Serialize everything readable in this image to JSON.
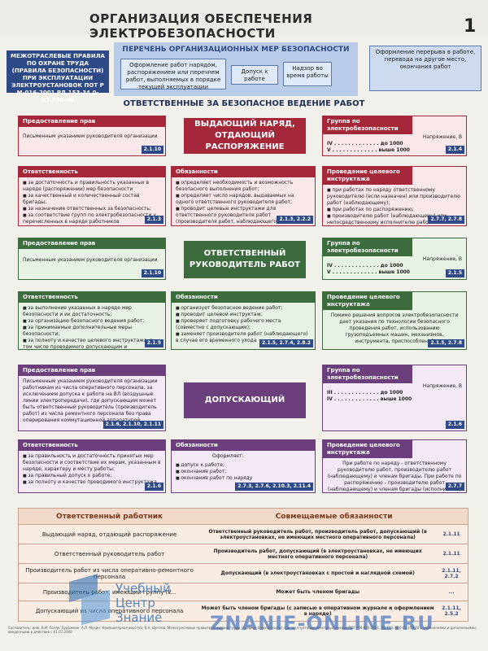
{
  "header": {
    "title": "ОРГАНИЗАЦИЯ ОБЕСПЕЧЕНИЯ ЭЛЕКТРОБЕЗОПАСНОСТИ",
    "page": "1"
  },
  "rules_box": "МЕЖОТРАСЛЕВЫЕ ПРАВИЛА ПО ОХРАНЕ ТРУДА (ПРАВИЛА БЕЗОПАСНОСТИ) ПРИ ЭКСПЛУАТАЦИИ ЭЛЕКТРОУСТАНОВОК ПОТ Р М-016-2001 РД 153-34.0-03.150-00",
  "perechen": {
    "title": "ПЕРЕЧЕНЬ ОРГАНИЗАЦИОННЫХ МЕР БЕЗОПАСНОСТИ",
    "items": [
      "Оформление работ нарядом, распоряжением или перечнем работ, выполняемых в порядке текущей эксплуатации",
      "Допуск к работе",
      "Надзор во время работы",
      "Оформление перерыва в работе, перевода на другое место, окончания работ"
    ]
  },
  "responsible_title": "ОТВЕТСТВЕННЫЕ ЗА БЕЗОПАСНОЕ ВЕДЕНИЕ РАБОТ",
  "blocks": [
    {
      "role": "ВЫДАЮЩИЙ НАРЯД, ОТДАЮЩИЙ РАСПОРЯЖЕНИЕ",
      "rights_title": "Предоставление прав",
      "rights_text": "Письменным указанием руководителя организации",
      "rights_ref": "2.1.10",
      "group_title": "Группа по электробезопасности",
      "voltage_label": "Напряжение, В",
      "group_lines": [
        "IV . . . . . . . . . . . . . до 1000",
        "V . . . . . . . . . . . . . выше 1000"
      ],
      "group_ref": "2.1.4",
      "resp_title": "Ответственность",
      "resp_items": [
        "за достаточность и правильность указанных в наряде (распоряжении) мер безопасности",
        "за качественный и количественный состав бригады;",
        "за назначение ответственных за безопасность;",
        "за соответствие групп по электробезопасности у перечисленных в наряде работников"
      ],
      "resp_ref": "2.1.3",
      "duty_title": "Обязанности",
      "duty_items": [
        "определяет необходимость и возможность безопасного выполнения работ;",
        "определяет число нарядов, выдаваемых на одного ответственного руководителя работ;",
        "проводит целевые инструктажи для ответственного руководителя работ (производителя работ, наблюдающего)"
      ],
      "duty_ref": "2.1.3, 2.2.2",
      "instr_title": "Проведение целевого инструктажа",
      "instr_items": [
        "при работах по наряду ответственному руководителю (если назначен) или производителю работ (наблюдающему);",
        "при работах по распоряжению;",
        "производителю работ (наблюдающему) или непосредственному исполнителю работ"
      ],
      "instr_ref": "2.7.7, 2.7.8"
    },
    {
      "role": "ОТВЕТСТВЕННЫЙ РУКОВОДИТЕЛЬ РАБОТ",
      "rights_title": "Предоставление прав",
      "rights_text": "Письменным указанием руководителя организации",
      "rights_ref": "2.1.10",
      "group_title": "Группа по электробезопасности",
      "voltage_label": "Напряжение, В",
      "group_lines": [
        "IV . . . . . . . . . . . . . до 1000",
        "V . . . . . . . . . . . . . выше 1000"
      ],
      "group_ref": "2.1.5",
      "resp_title": "Ответственность",
      "resp_items": [
        "за выполнение указанных в наряде мер безопасности и их достаточность;",
        "за организацию безопасного ведения работ;",
        "за принимаемые дополнительные меры безопасности;",
        "за полноту и качество целевого инструктажа, в том числе проводимого допускающим и производителем работ"
      ],
      "resp_ref": "2.1.5",
      "duty_title": "Обязанности",
      "duty_items": [
        "организует безопасное ведение работ;",
        "проводит целевой инструктаж;",
        "проверяет подготовку рабочего места (совместно с допускающим);",
        "заменяет производителя работ (наблюдающего) в случае его временного ухода"
      ],
      "duty_ref": "2.1.5, 2.7.4, 2.8.2",
      "instr_title": "Проведение целевого инструктажа",
      "instr_items": [
        "Помимо решения вопросов электробезопасности дает указания по технологии безопасного проведения работ, использованию грузоподъемных машин, механизмов, инструмента, приспособлений"
      ],
      "instr_ref": "2.1.5, 2.7.8"
    },
    {
      "role": "ДОПУСКАЮЩИЙ",
      "rights_title": "Предоставление прав",
      "rights_text": "Письменным указанием руководителя организации работникам из числа оперативного персонала, за исключением допуска к работе на ВЛ (воздушные линии электропередачи), где допускающим может быть ответственный руководитель (производитель работ) из числа ремонтного персонала без права оперирования коммутационной аппаратурой",
      "rights_ref": "2.1.6, 2.1.10, 2.1.11",
      "group_title": "Группа по электробезопасности",
      "voltage_label": "Напряжение, В",
      "group_lines": [
        "III . . . . . . . . . . . . . до 1000",
        "IV . . . . . . . . . . . . . выше 1000"
      ],
      "group_ref": "2.1.6",
      "resp_title": "Ответственность",
      "resp_items": [
        "за правильность и достаточность принятых мер безопасности и соответствие их мерам, указанным в наряде, характеру и месту работы;",
        "за правильный допуск к работе;",
        "за полноту и качество проводимого инструктажа"
      ],
      "resp_ref": "2.1.6",
      "duty_title": "Обязанности",
      "duty_lead": "Оформляет:",
      "duty_items": [
        "допуск к работе;",
        "окончание работ;",
        "окончание работ по наряду"
      ],
      "duty_ref": "2.7.3, 2.7.6, 2.10.3, 2.11.4",
      "instr_title": "Проведение целевого инструктажа",
      "instr_items": [
        "При работе по наряду - ответственному руководителю работ, производителю работ (наблюдающему) и членам бригады. При работе по распоряжению - производителю работ (наблюдающему) и членам бригады (исполнителю)"
      ],
      "instr_ref": "2.7.7"
    }
  ],
  "table": {
    "col1": "Ответственный работник",
    "col2": "Совмещаемые обязанности",
    "rows": [
      {
        "left": "Выдающий наряд, отдающий распоряжение",
        "right": "Ответственный руководитель работ, производитель работ, допускающий (в электроустановках, не имеющих местного оперативного персонала)",
        "ref": "2.1.11"
      },
      {
        "left": "Ответственный руководитель работ",
        "right": "Производитель работ, допускающий (в электроустановках, не имеющих местного оперативного персонала)",
        "ref": "2.1.11"
      },
      {
        "left": "Производитель работ из числа оперативно-ремонтного персонала",
        "right": "Допускающий (в электроустановках с простой и наглядной схемой)",
        "ref": "2.1.11, 2.7.2"
      },
      {
        "left": "Производитель работ, имеющий группу IV...",
        "right": "Может быть членом бригады",
        "ref": "..."
      },
      {
        "left": "Допускающий из числа оперативного персонала",
        "right": "Может быть членом бригады (с записью в оперативном журнале и оформлением в наряде)",
        "ref": "2.1.11, 2.5.2"
      }
    ]
  },
  "watermark": {
    "brand_line1": "Учебный",
    "brand_line2": "Центр",
    "brand_line3": "Знание",
    "site": "ZNANIE-ONLINE.RU",
    "logo_color": "#2e6fb4"
  },
  "footer": "Составитель: инж. В.И. Поляк. Художник: А.П. Мухин. Компьютерная верстка: В.А. Щеглов. Межотраслевые правила по охране труда (правила безопасности) при эксплуатации электроустановок ПОТ Р М-016-2001, РД 153-34.0-03.150-00 с изменениями и дополнениями, введенными в действие с 01.07.2003"
}
